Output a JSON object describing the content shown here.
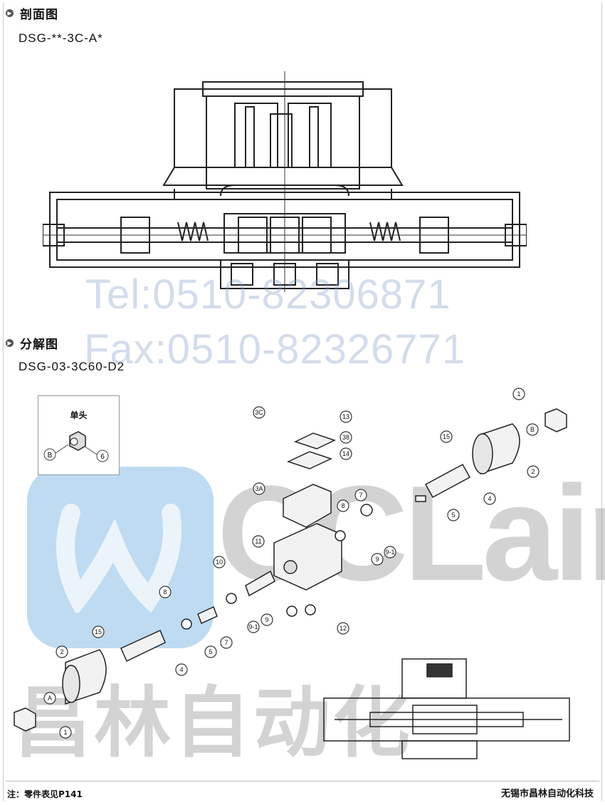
{
  "section1": {
    "title": "剖面图",
    "model": "DSG-**-3C-A*"
  },
  "section2": {
    "title": "分解图",
    "model": "DSG-03-3C60-D2"
  },
  "watermark": {
    "tel": "Tel:0510-82306871",
    "fax": "Fax:0510-82326771",
    "brand": "CCLair",
    "brand_cn": "昌林自动化"
  },
  "inset": {
    "title": "单头",
    "labels": [
      "B",
      "6"
    ]
  },
  "callouts": [
    "1",
    "2",
    "B",
    "15",
    "3C",
    "13",
    "38",
    "14",
    "3A",
    "7",
    "8",
    "4",
    "5",
    "9",
    "9-1",
    "11",
    "10",
    "12",
    "8",
    "7",
    "15",
    "5",
    "2",
    "4",
    "A",
    "1",
    "9",
    "9-1"
  ],
  "footer": {
    "note": "注：零件表见P141",
    "company": "无锡市昌林自动化科技"
  },
  "colors": {
    "watermark_blue": "#7896c3",
    "logo_blue": "#6eafe1",
    "watermark_gray": "#969696"
  }
}
